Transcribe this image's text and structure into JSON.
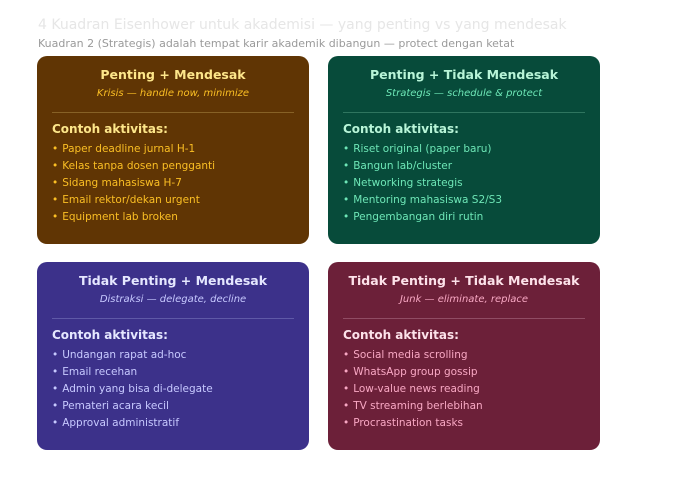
{
  "header": {
    "title": "4 Kuadran Eisenhower untuk akademisi — yang penting vs yang mendesak",
    "subtitle": "Kuadran 2 (Strategis) adalah tempat karir akademik dibangun — protect dengan ketat"
  },
  "section_label": "Contoh aktivitas:",
  "quadrants": [
    {
      "heading": "Penting + Mendesak",
      "tagline": "Krisis — handle now, minimize",
      "items": [
        "Paper deadline jurnal H-1",
        "Kelas tanpa dosen pengganti",
        "Sidang mahasiswa H-7",
        "Email rektor/dekan urgent",
        "Equipment lab broken"
      ]
    },
    {
      "heading": "Penting + Tidak Mendesak",
      "tagline": "Strategis — schedule & protect",
      "items": [
        "Riset original (paper baru)",
        "Bangun lab/cluster",
        "Networking strategis",
        "Mentoring mahasiswa S2/S3",
        "Pengembangan diri rutin"
      ]
    },
    {
      "heading": "Tidak Penting + Mendesak",
      "tagline": "Distraksi — delegate, decline",
      "items": [
        "Undangan rapat ad-hoc",
        "Email recehan",
        "Admin yang bisa di-delegate",
        "Pemateri acara kecil",
        "Approval administratif"
      ]
    },
    {
      "heading": "Tidak Penting + Tidak Mendesak",
      "tagline": "Junk — eliminate, replace",
      "items": [
        "Social media scrolling",
        "WhatsApp group gossip",
        "Low-value news reading",
        "TV streaming berlebihan",
        "Procrastination tasks"
      ]
    }
  ],
  "colors": {
    "q1_bg": "#603504",
    "q2_bg": "#074b3a",
    "q3_bg": "#3c318a",
    "q4_bg": "#6c2039"
  }
}
